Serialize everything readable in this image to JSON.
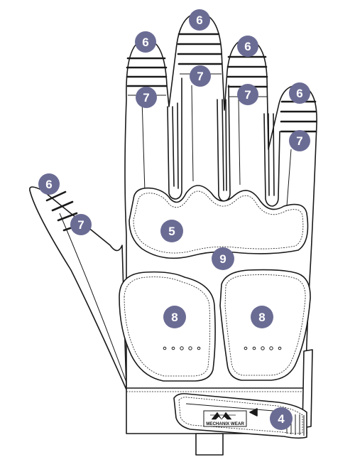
{
  "diagram": {
    "callouts": [
      {
        "id": "tip-thumb",
        "label": "6"
      },
      {
        "id": "grip-thumb",
        "label": "7"
      },
      {
        "id": "tip-index",
        "label": "6"
      },
      {
        "id": "grip-index",
        "label": "7"
      },
      {
        "id": "tip-middle",
        "label": "6"
      },
      {
        "id": "grip-middle",
        "label": "7"
      },
      {
        "id": "tip-ring",
        "label": "6"
      },
      {
        "id": "grip-ring",
        "label": "7"
      },
      {
        "id": "tip-pinky",
        "label": "6"
      },
      {
        "id": "grip-pinky",
        "label": "7"
      },
      {
        "id": "knuckle-pad",
        "label": "5"
      },
      {
        "id": "palm",
        "label": "9"
      },
      {
        "id": "palm-pad-left",
        "label": "8"
      },
      {
        "id": "palm-pad-right",
        "label": "8"
      },
      {
        "id": "wrist-closure",
        "label": "4"
      }
    ],
    "logo_text": "MECHANIX WEAR",
    "colors": {
      "badge": "#6b6c94",
      "outline": "#1a1a1a",
      "background": "#ffffff"
    }
  }
}
